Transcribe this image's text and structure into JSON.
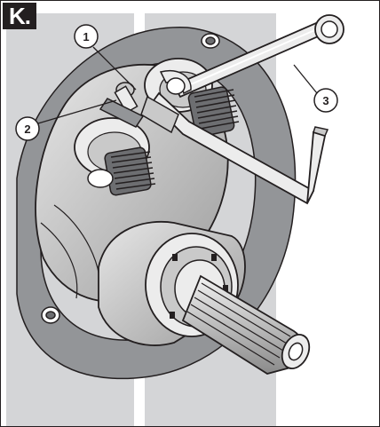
{
  "figure": {
    "step_label": "K.",
    "callouts": [
      {
        "number": "1",
        "icon": "wrench-icon"
      },
      {
        "number": "2",
        "icon": "clamp-bolt-icon"
      },
      {
        "number": "3",
        "icon": "hex-key-icon"
      }
    ]
  },
  "colors": {
    "line": "#231f20",
    "panel_gray": "#d4d5d7",
    "flange_gray": "#939598",
    "metal_light": "#ececec",
    "metal_mid": "#c9c9c9",
    "metal_dark": "#6d6e71",
    "badge_bg": "#231f20",
    "badge_text": "#ffffff"
  }
}
